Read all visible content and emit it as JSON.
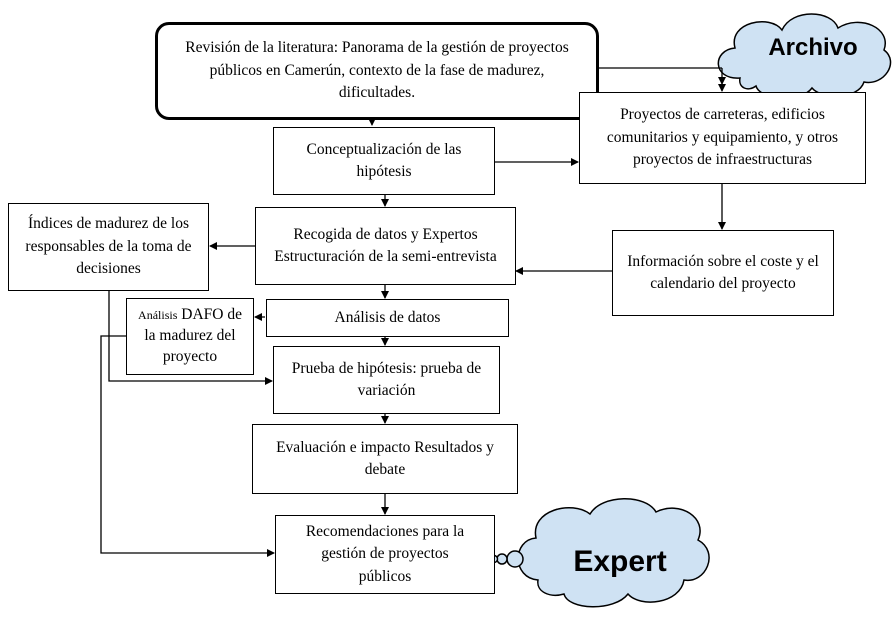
{
  "nodes": {
    "literatura": "Revisión de la literatura: Panorama de la gestión de proyectos públicos en Camerún, contexto de la fase de madurez, dificultades.",
    "proyectos": "Proyectos de carreteras, edificios comunitarios y equipamiento, y otros proyectos de infraestructuras",
    "conceptualizacion": "Conceptualización de las hipótesis",
    "indices": "Índices de madurez de los responsables de la toma de decisiones",
    "recogida": "Recogida de datos y Expertos Estructuración de la semi-entrevista",
    "informacion": "Información sobre el coste y el calendario del proyecto",
    "dafo_small": "Análisis",
    "dafo_rest": "DAFO de la madurez del proyecto",
    "analisis": "Análisis de datos",
    "prueba": "Prueba de hipótesis: prueba de variación",
    "evaluacion": "Evaluación e impacto Resultados y debate",
    "recomendaciones": "Recomendaciones para la gestión de proyectos públicos"
  },
  "clouds": {
    "archivo": "Archivo",
    "expert": "Expert"
  },
  "colors": {
    "cloud_fill": "#cfe2f3",
    "line": "#000000",
    "box_fill": "#ffffff"
  }
}
